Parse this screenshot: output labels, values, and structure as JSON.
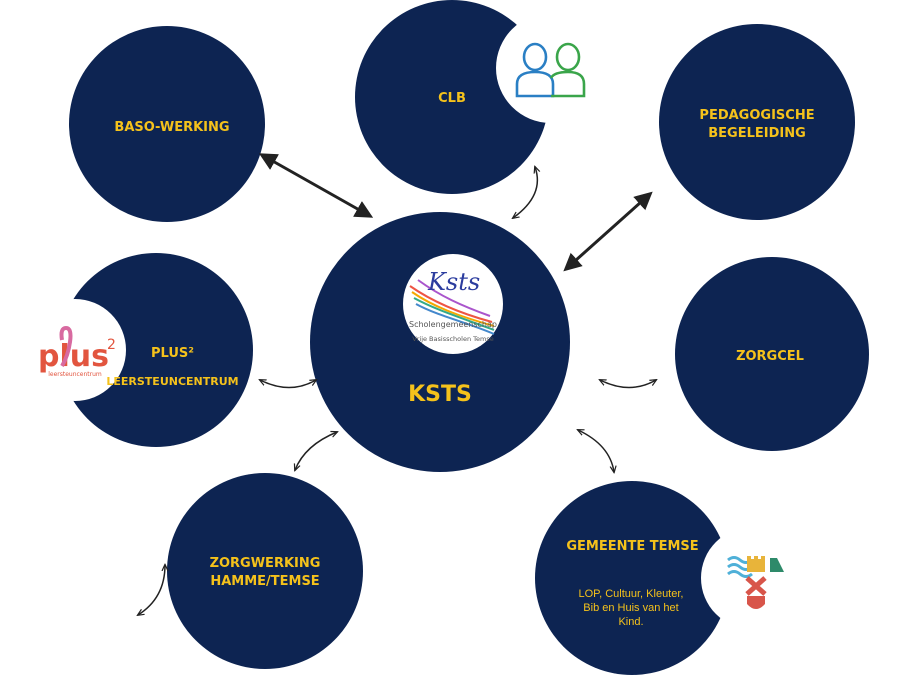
{
  "colors": {
    "circle_fill": "#0d2452",
    "label": "#f5c21b",
    "arrow": "#222222",
    "clb_blue": "#2a7fc4",
    "clb_green": "#3aa54a",
    "plus_pink": "#d86aa0",
    "plus_red": "#e2553f",
    "temse_blue": "#4fb0d8",
    "temse_gold": "#e8b43a",
    "temse_green": "#2e8a6a",
    "temse_red": "#d8554a"
  },
  "nodes": {
    "center": {
      "label": "KSTS",
      "logo_text": "Ksts",
      "logo_sub1": "Scholengemeenschap",
      "logo_sub2": "Vrije Basisscholen Temse"
    },
    "baso": {
      "label": "BASO-WERKING"
    },
    "clb": {
      "label": "CLB",
      "icon": "people-icon"
    },
    "pedagogische": {
      "label_line1": "PEDAGOGISCHE",
      "label_line2": "BEGELEIDING"
    },
    "plus": {
      "label_line1": "PLUS²",
      "label_line2": "LEERSTEUNCENTRUM",
      "logo_text": "plus",
      "logo_sup": "2",
      "logo_sub": "leersteuncentrum"
    },
    "zorgcel": {
      "label": "ZORGCEL"
    },
    "zorgwerking": {
      "label_line1": "ZORGWERKING",
      "label_line2": "HAMME/TEMSE"
    },
    "gemeente": {
      "label": "GEMEENTE TEMSE",
      "detail": "LOP, Cultuur, Kleuter, Bib en Huis van het Kind.",
      "icon": "temse-coat-of-arms-icon"
    }
  }
}
